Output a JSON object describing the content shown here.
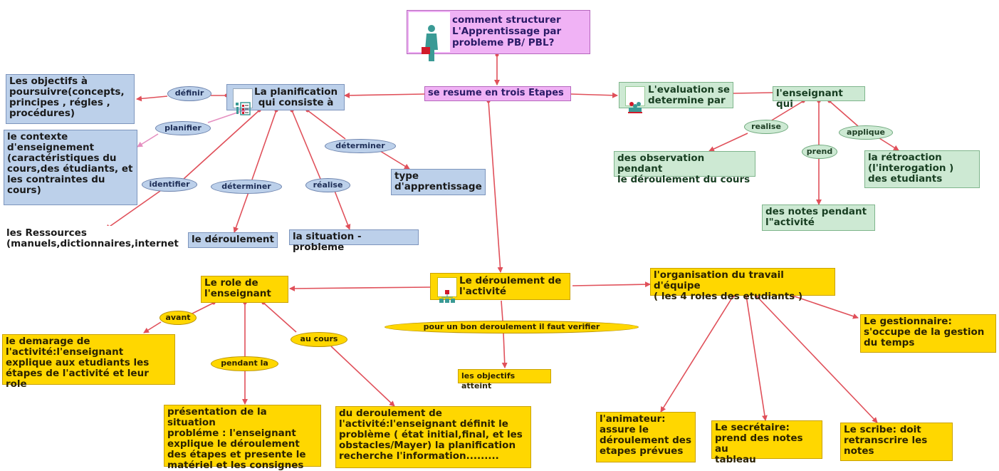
{
  "root": {
    "text": "comment structurer\nL'Apprentissage par\nprobleme PB/ PBL?"
  },
  "steps": {
    "text": "se resume en trois Etapes"
  },
  "planning": {
    "title": "La planification\nqui consiste à",
    "objectives": "Les objectifs à\npoursuivre(concepts,\nprincipes , régles ,\nprocédures)",
    "context": "le contexte\nd'enseignement\n(caractéristiques du\ncours,des étudiants, et\nles contraintes du\ncours)",
    "resources": "les Ressources\n(manuels,dictionnaires,internet",
    "sequence": "le déroulement",
    "situation": "la situation - probleme",
    "learning_type": "type\nd'apprentissage",
    "labels": {
      "define": "définir",
      "plan": "planifier",
      "identify": "identifier",
      "determine1": "déterminer",
      "realize": "réalise",
      "determine2": "déterminer"
    }
  },
  "evaluation": {
    "title": "L'evaluation se\ndetermine par",
    "teacher": "l'enseignant qui",
    "observations": "des observation pendant\nle déroulement du cours",
    "notes": "des notes pendant\nl\"activité",
    "feedback": "la rétroaction\n(l'interogation )\ndes etudiants",
    "labels": {
      "realize": "realise",
      "take": "prend",
      "apply": "applique"
    }
  },
  "activity": {
    "title": "Le déroulement de\nl'activité",
    "check_label": "pour un bon deroulement il faut  verifier",
    "objectives_met": "les objectifs atteint"
  },
  "teacher_role": {
    "title": "Le role de\nl'enseignant",
    "start": "le demarage de\nl'activité:l'enseignant\nexplique aux etudiants les\nétapes de l'activité et leur role",
    "presentation": "présentation de la situation\nprobléme : l'enseignant\nexplique le déroulement\ndes étapes et presente le\nmatériel et les consignes",
    "during": "du deroulement de\nl'activité:l'enseignant définit le\nproblème ( état initial,final, et les\nobstacles/Mayer) la planification\nrecherche l'information.........",
    "labels": {
      "before": "avant",
      "during_the": "pendant la",
      "in_course": "au cours"
    }
  },
  "teamwork": {
    "title": "l'organisation du travail d'équipe\n( les 4 roles des etudiants )",
    "manager": "Le gestionnaire:\ns'occupe de la gestion\ndu temps",
    "animator": "l'animateur:\nassure le\ndéroulement des\netapes prévues",
    "secretary": "Le secrétaire:\nprend des notes au\ntableau",
    "scribe": "Le scribe: doit\nretranscrire les\nnotes"
  },
  "colors": {
    "line": "#e0505a",
    "line_pink": "#e58fc0"
  }
}
